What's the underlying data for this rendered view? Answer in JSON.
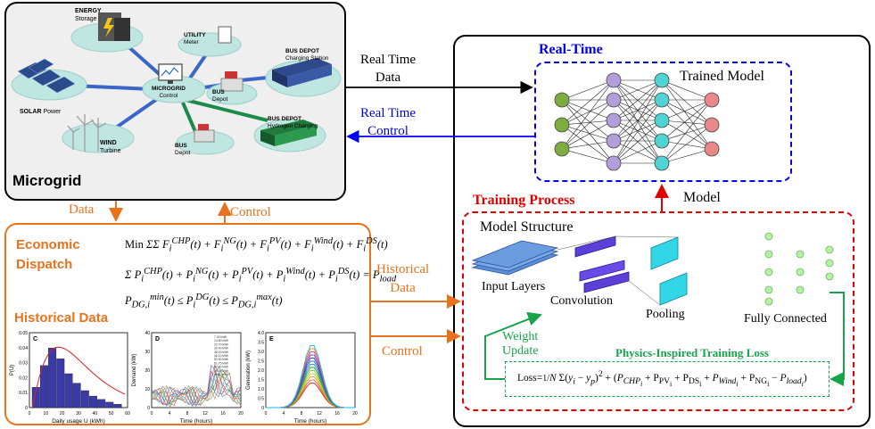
{
  "microgrid": {
    "title": "Microgrid",
    "nodes": [
      {
        "id": "energy",
        "name": "ENERGY",
        "sub": "Storage"
      },
      {
        "id": "utility",
        "name": "UTILITY",
        "sub": "Meter"
      },
      {
        "id": "busdepot1",
        "name": "BUS DEPOT",
        "sub": "Charging Station"
      },
      {
        "id": "solar",
        "name": "SOLAR",
        "sub": "Power"
      },
      {
        "id": "microgrid",
        "name": "MICROGRID",
        "sub": "Control"
      },
      {
        "id": "bus1",
        "name": "BUS",
        "sub": "Depot"
      },
      {
        "id": "busdepot2",
        "name": "BUS DEPOT",
        "sub": "Hydrogen Charging"
      },
      {
        "id": "wind",
        "name": "WIND",
        "sub": "Turbine"
      },
      {
        "id": "bus2",
        "name": "BUS",
        "sub": "Depot"
      }
    ]
  },
  "arrows": {
    "realtime_data": [
      "Real Time",
      "Data"
    ],
    "realtime_control": [
      "Real Time",
      "Control"
    ],
    "data": "Data",
    "control_up": "Control",
    "historical_data": [
      "Historical",
      "Data"
    ],
    "control": "Control",
    "model": "Model"
  },
  "realtime": {
    "title": "Real-Time",
    "trained_model": "Trained Model"
  },
  "training": {
    "title": "Training Process",
    "model_structure": "Model Structure",
    "input_layers": "Input Layers",
    "convolution": "Convolution",
    "pooling": "Pooling",
    "fully_connected": "Fully Connected",
    "weight_update": [
      "Weight",
      "Update"
    ],
    "loss_title": "Physics-Inspired Training Loss"
  },
  "dispatch": {
    "title": [
      "Economic",
      "Dispatch"
    ],
    "historical_title": "Historical Data"
  },
  "plots": {
    "C": {
      "letter": "C",
      "xlabel": "Daily usage U (kWh)",
      "ylabel": "P(U)",
      "xticks": [
        "0",
        "10",
        "20",
        "30",
        "40",
        "50",
        "60"
      ],
      "yticks": [
        "0.05",
        "0.04",
        "0.03",
        "0.02",
        "0.01",
        "0"
      ]
    },
    "D": {
      "letter": "D",
      "xlabel": "Time (hours)",
      "ylabel": "Demand (kW)",
      "xticks": [
        "0",
        "4",
        "8",
        "12",
        "16",
        "20"
      ],
      "yticks": [
        "40",
        "30",
        "20",
        "10",
        "0"
      ],
      "legend": [
        "7.00 kWh",
        "14.80 kWh",
        "22.70 kWh",
        "30.40 kWh",
        "38.20 kWh",
        "46.10 kWh",
        "53.90 kWh",
        "61.75 kWh",
        "87.30 kWh",
        "89.03 kWh",
        "95.10 kWh"
      ]
    },
    "E": {
      "letter": "E",
      "xlabel": "Time (hours)",
      "ylabel": "Generation (kW)",
      "xticks": [
        "0",
        "4",
        "8",
        "12",
        "16",
        "20"
      ],
      "yticks": [
        "4.0",
        "3.5",
        "3.0",
        "2.5",
        "2.0",
        "1.5",
        "1.0",
        "0.5",
        "0"
      ]
    }
  },
  "colors": {
    "orange": "#E8731C",
    "blue": "#0000EE",
    "red": "#E00000",
    "green": "#16A34A",
    "neuron_green": "#7CAD3E",
    "neuron_purple": "#B39DDB",
    "neuron_cyan": "#4FD3D3",
    "neuron_red": "#E88888"
  }
}
